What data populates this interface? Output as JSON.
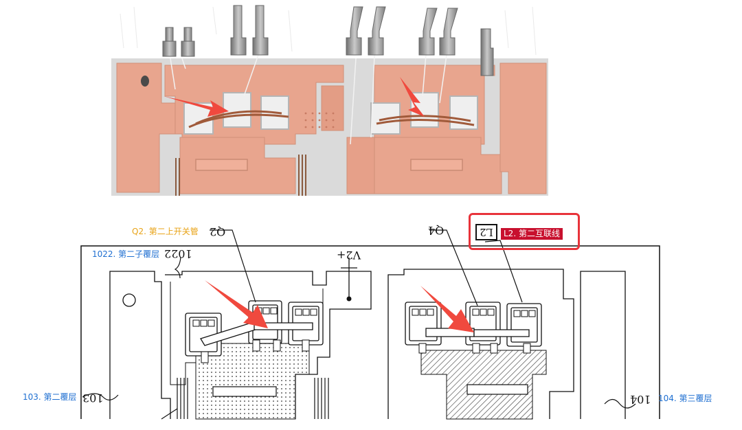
{
  "annotations": {
    "q2_label": "Q2. 第二上开关管",
    "q2_ref": "Q2",
    "q4_ref": "Q4",
    "l2_label": "L2. 第二互联线",
    "l2_ref": "L2",
    "layer1022_label": "1022. 第二子覆层",
    "layer1022_ref": "1022",
    "v2_ref": "V2+",
    "layer103_label": "103. 第二覆层",
    "layer103_ref": "103",
    "layer104_label": "104. 第三覆层",
    "layer104_ref": "104"
  },
  "colors": {
    "copper": "#e8a58e",
    "copper_dark": "#d18e78",
    "substrate": "#d9d9d9",
    "pin_metal": "#9a9a9a",
    "arrow_red": "#f0493e",
    "label_orange": "#e8a317",
    "label_blue": "#1f6fd1",
    "highlight_red": "#e8333a"
  }
}
